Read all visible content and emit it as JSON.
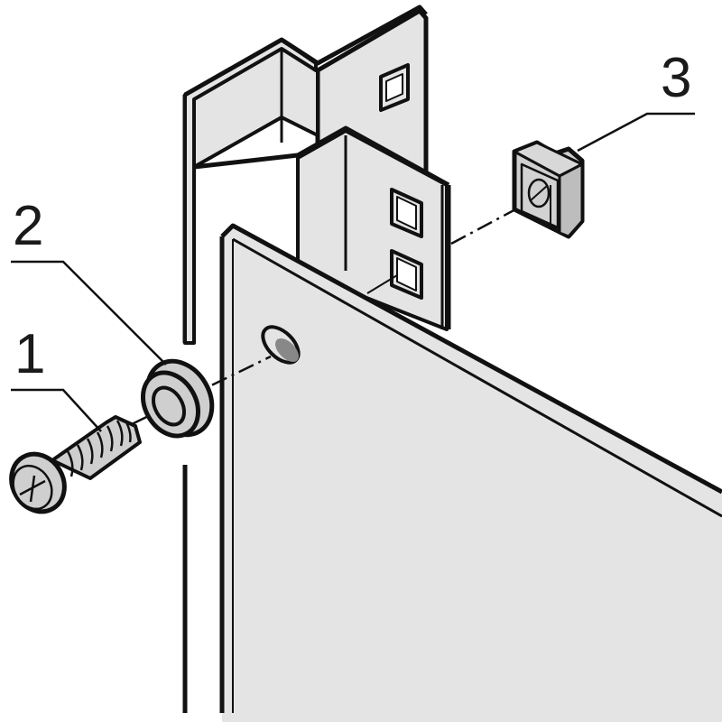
{
  "diagram": {
    "type": "exploded assembly illustration",
    "subject": "Mounting a panel to a rack/enclosure post with screw, washer and cage nut",
    "colors": {
      "line": "#111111",
      "part_fill": "#e4e4e4",
      "hardware_fill": "#cfcfcf",
      "background": "#ffffff"
    },
    "callouts": [
      {
        "id": "1",
        "label": "1",
        "part": "screw"
      },
      {
        "id": "2",
        "label": "2",
        "part": "washer"
      },
      {
        "id": "3",
        "label": "3",
        "part": "cage-nut"
      }
    ],
    "components": [
      "vertical-post",
      "panel",
      "screw",
      "washer",
      "cage-nut",
      "assembly-axis-line"
    ]
  }
}
